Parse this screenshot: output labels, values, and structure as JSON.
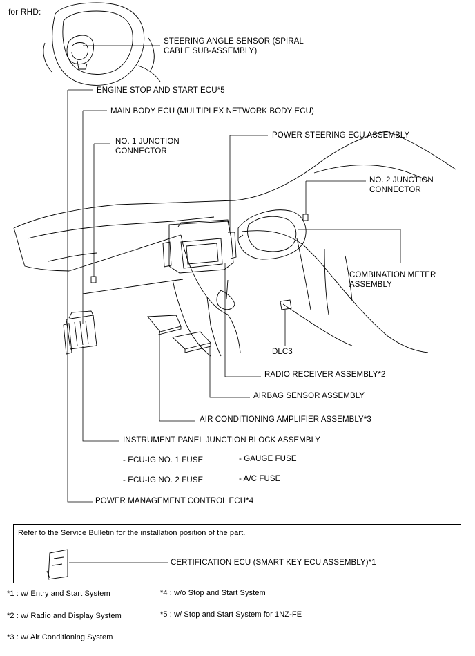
{
  "variant": "for RHD:",
  "labels": {
    "steering_angle_sensor_l1": "STEERING ANGLE SENSOR (SPIRAL",
    "steering_angle_sensor_l2": "CABLE SUB-ASSEMBLY)",
    "engine_stop_start_ecu": "ENGINE STOP AND START ECU*5",
    "main_body_ecu": "MAIN BODY ECU (MULTIPLEX NETWORK BODY ECU)",
    "junction_connector_1_l1": "NO. 1 JUNCTION",
    "junction_connector_1_l2": "CONNECTOR",
    "power_steering_ecu": "POWER STEERING ECU ASSEMBLY",
    "junction_connector_2_l1": "NO. 2 JUNCTION",
    "junction_connector_2_l2": "CONNECTOR",
    "combination_meter_l1": "COMBINATION METER",
    "combination_meter_l2": "ASSEMBLY",
    "dlc3": "DLC3",
    "radio_receiver": "RADIO RECEIVER ASSEMBLY*2",
    "airbag_sensor": "AIRBAG SENSOR ASSEMBLY",
    "ac_amplifier": "AIR CONDITIONING AMPLIFIER ASSEMBLY*3",
    "ip_junction_block": "INSTRUMENT PANEL JUNCTION BLOCK ASSEMBLY",
    "fuse_ecu_ig_1": "- ECU-IG NO. 1 FUSE",
    "fuse_ecu_ig_2": "- ECU-IG NO. 2 FUSE",
    "fuse_gauge": "- GAUGE FUSE",
    "fuse_ac": "- A/C FUSE",
    "power_mgmt_ecu": "POWER MANAGEMENT CONTROL ECU*4"
  },
  "service_box": {
    "note": "Refer to the Service Bulletin for the installation position of the part.",
    "certification_ecu": "CERTIFICATION ECU (SMART KEY ECU ASSEMBLY)*1"
  },
  "footnotes": {
    "n1": "*1 : w/ Entry and Start System",
    "n2": "*2 : w/ Radio and Display System",
    "n3": "*3 : w/ Air Conditioning System",
    "n4": "*4 : w/o Stop and Start System",
    "n5": "*5 : w/ Stop and Start System for 1NZ-FE"
  }
}
